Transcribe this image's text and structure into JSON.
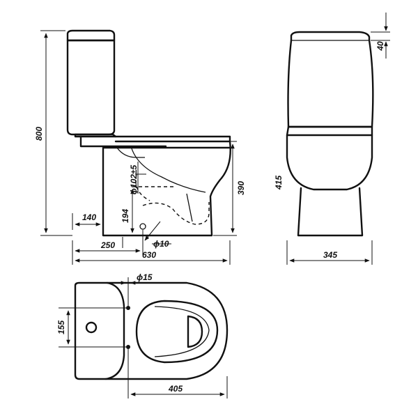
{
  "drawing": {
    "subject": "close-coupled toilet technical drawing",
    "line_color": "#111111",
    "background": "#ffffff"
  },
  "dimensions": {
    "total_height": "800",
    "lid_height": "40",
    "pan_height": "390",
    "side_height": "415",
    "outlet_offset": "140",
    "outlet_height": "194",
    "inlet_dia_label": "ϕ102±5",
    "waste_distance": "250",
    "fixing_dia": "ϕ10",
    "total_depth": "630",
    "width": "345",
    "bolt_dia": "ϕ15",
    "bolt_spacing": "155",
    "bowl_length": "405"
  }
}
